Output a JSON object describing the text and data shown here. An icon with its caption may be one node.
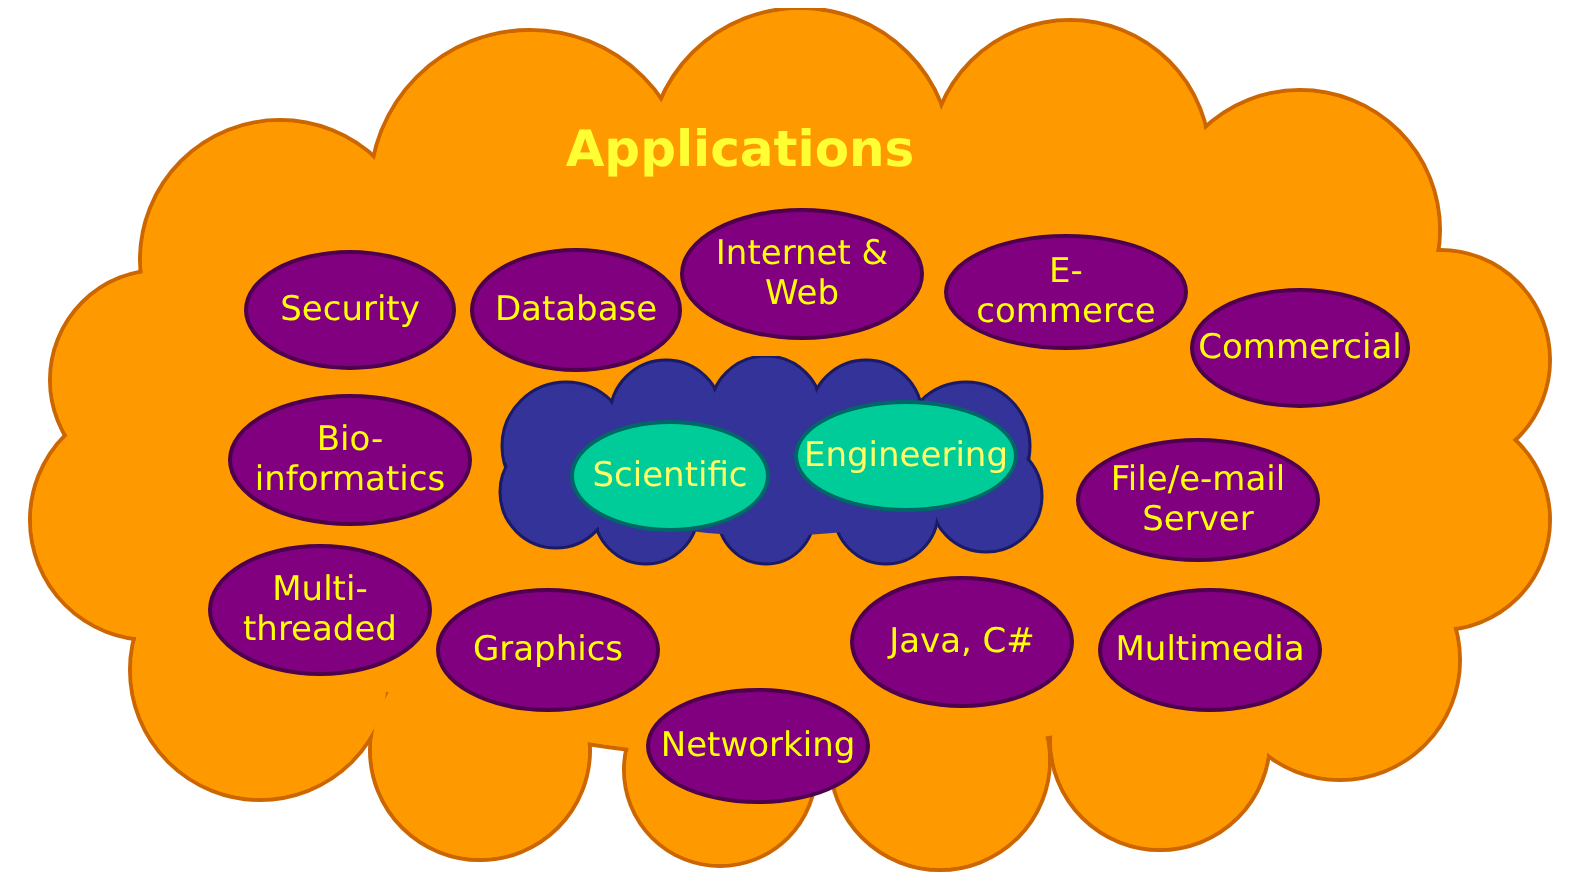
{
  "diagram": {
    "nodes": [
      {
        "text": [
          "Applications"
        ]
      },
      {
        "text": [
          "Security"
        ],
        "in": 0
      },
      {
        "text": [
          "Database"
        ],
        "in": 0
      },
      {
        "text": [
          "Internet & Web"
        ],
        "in": 0
      },
      {
        "text": [
          "E-commerce"
        ],
        "in": 0
      },
      {
        "text": [
          "Commercial"
        ],
        "in": 0
      },
      {
        "text": [
          "Bio- informatics"
        ],
        "in": 0
      },
      {
        "text": [],
        "shape": "cloud",
        "in": 0
      },
      {
        "text": [
          "Scientific"
        ],
        "in": 7
      },
      {
        "text": [
          "Engineering"
        ],
        "in": 7
      },
      {
        "text": [
          "File/e-mail Server"
        ],
        "in": 0
      },
      {
        "text": [
          "Multi- threaded"
        ],
        "in": 0
      },
      {
        "text": [
          "Graphics"
        ],
        "in": 0
      },
      {
        "text": [
          "Java, C#"
        ],
        "in": 0
      },
      {
        "text": [
          "Multimedia"
        ],
        "in": 0
      },
      {
        "text": [
          "Networking"
        ],
        "in": 0
      }
    ]
  }
}
